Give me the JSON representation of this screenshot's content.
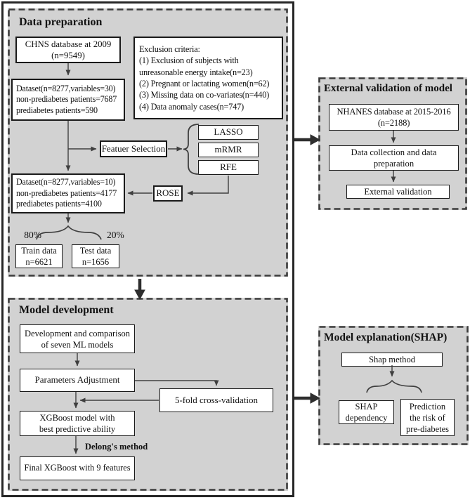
{
  "colors": {
    "section_fill": "#d2d2d2",
    "dash_border": "#3d3d3d",
    "box_border": "#1a1a1a",
    "connector": "#3f3f3f",
    "big_arrow": "#2e2e2e"
  },
  "sections": {
    "data_preparation": {
      "title": "Data preparation",
      "chns_box": "CHNS database at 2009\n(n=9549)",
      "exclusion_box": "Exclusion criteria:\n(1) Exclusion of subjects with\nunreasonable energy intake(n=23)\n(2) Pregnant or lactating women(n=62)\n(3) Missing data on co-variates(n=440)\n(4) Data anomaly cases(n=747)",
      "dataset30_box": "Dataset(n=8277,variables=30)\nnon-prediabetes patients=7687\nprediabetes patients=590",
      "feature_selection_box": "Featuer Selection",
      "lasso_box": "LASSO",
      "mrmr_box": "mRMR",
      "rfe_box": "RFE",
      "rose_box": "ROSE",
      "dataset10_box": "Dataset(n=8277,variables=10)\nnon-prediabetes patients=4177\nprediabetes patients=4100",
      "split_left_label": "80%",
      "split_right_label": "20%",
      "train_box": "Train data\nn=6621",
      "test_box": "Test data\nn=1656"
    },
    "model_development": {
      "title": "Model development",
      "dev_box": "Development and comparison\nof seven ML models",
      "param_box": "Parameters Adjustment",
      "cv_box": "5-fold cross-validation",
      "xgb_box": "XGBoost model with\nbest predictive ability",
      "delong_label": "Delong's method",
      "final_box": "Final XGBoost with 9 features"
    },
    "external_validation": {
      "title": "External validation of model",
      "nhanes_box": "NHANES database at 2015-2016\n(n=2188)",
      "collection_box": "Data collection and data\npreparation",
      "validation_box": "External validation"
    },
    "model_explanation": {
      "title": "Model explanation(SHAP)",
      "shap_method_box": "Shap method",
      "dependency_box": "SHAP\ndependency",
      "prediction_box": "Prediction\nthe risk of\npre-diabetes"
    }
  }
}
